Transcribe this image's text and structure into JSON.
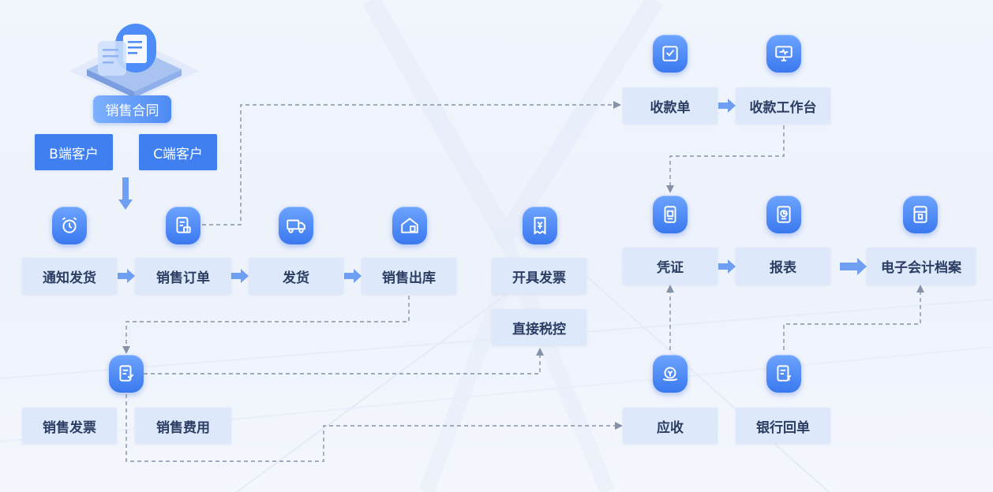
{
  "contract": {
    "label": "销售合同"
  },
  "customers": {
    "b": "B端客户",
    "c": "C端客户"
  },
  "flow": {
    "notify": "通知发货",
    "order": "销售订单",
    "ship": "发货",
    "outbound": "销售出库",
    "issue_invoice": "开具发票",
    "direct_tax": "直接税控",
    "sales_invoice": "销售发票",
    "sales_expense": "销售费用"
  },
  "finance": {
    "receipt": "收款单",
    "receipt_workbench": "收款工作台",
    "voucher": "凭证",
    "report": "报表",
    "archive": "电子会计档案",
    "receivable": "应收",
    "bank_slip": "银行回单"
  },
  "icons": {
    "notify": "alarm-clock-icon",
    "order": "order-document-icon",
    "ship": "delivery-truck-icon",
    "outbound": "warehouse-icon",
    "issue_invoice": "invoice-receipt-icon",
    "sales_invoice": "invoice-document-icon",
    "receipt": "checked-receipt-icon",
    "receipt_workbench": "monitor-icon",
    "voucher": "voucher-document-icon",
    "report": "report-icon",
    "archive": "archive-icon",
    "receivable": "receivable-coin-icon",
    "bank_slip": "bank-slip-icon"
  },
  "colors": {
    "box_bg": "#dde8fb",
    "box_text": "#2b3d63",
    "accent": "#3f7ff0",
    "connector": "#8592a8",
    "arrow": "#6f9ff2"
  }
}
